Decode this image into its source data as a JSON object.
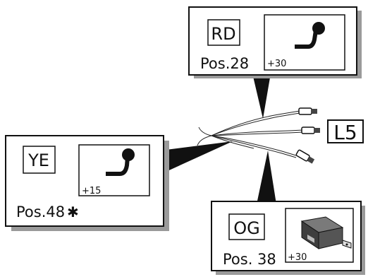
{
  "callouts": [
    {
      "id": "rd",
      "color_code": "RD",
      "position": "Pos.28",
      "terminal": "+30"
    },
    {
      "id": "ye",
      "color_code": "YE",
      "position": "Pos.48",
      "terminal": "+15",
      "marker": "✱"
    },
    {
      "id": "og",
      "color_code": "OG",
      "position": "Pos. 38",
      "terminal": "+30"
    }
  ],
  "connector_label": "L5",
  "icons": {
    "rd": "hook-wire-icon",
    "ye": "hook-wire-icon",
    "og": "relay-module-icon"
  },
  "colors": {
    "line": "#111111",
    "shadow": "#9a9a9a",
    "module_body": "#4a4a4a"
  }
}
